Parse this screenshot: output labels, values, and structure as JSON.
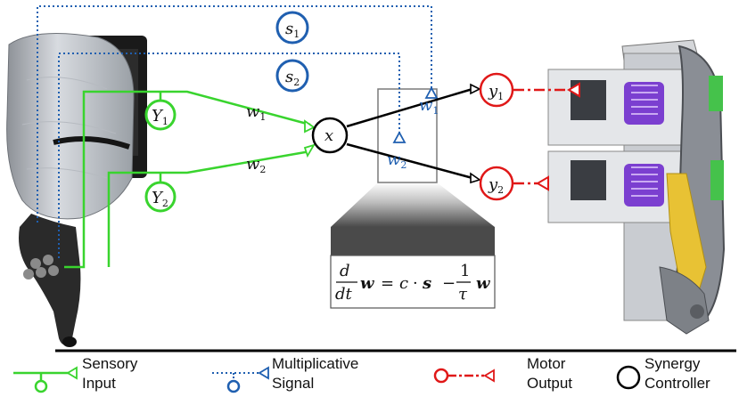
{
  "nodes": {
    "s1": {
      "base": "s",
      "sub": "1"
    },
    "s2": {
      "base": "s",
      "sub": "2"
    },
    "Y1": {
      "base": "Y",
      "sub": "1"
    },
    "Y2": {
      "base": "Y",
      "sub": "2"
    },
    "x": "x",
    "y1": {
      "base": "y",
      "sub": "1"
    },
    "y2": {
      "base": "y",
      "sub": "2"
    }
  },
  "weights": {
    "w1": {
      "base": "w",
      "sub": "1"
    },
    "w2": {
      "base": "w",
      "sub": "2"
    }
  },
  "equation": {
    "d": "d",
    "dt": "dt",
    "w": "w",
    "equals": "=",
    "c": "c",
    "dot": "·",
    "s": "s",
    "minus": "−",
    "one": "1",
    "tau": "τ"
  },
  "legend": [
    {
      "line1": "Sensory",
      "line2": "Input"
    },
    {
      "line1": "Multiplicative",
      "line2": "Signal"
    },
    {
      "line1": "Motor",
      "line2": "Output"
    },
    {
      "line1": "Synergy",
      "line2": "Controller"
    }
  ],
  "colors": {
    "sensory": "#39d42e",
    "multiplicative": "#1f5fb0",
    "motor": "#e01818",
    "synergy": "#000000",
    "weight_label": "#1f5fb0"
  }
}
